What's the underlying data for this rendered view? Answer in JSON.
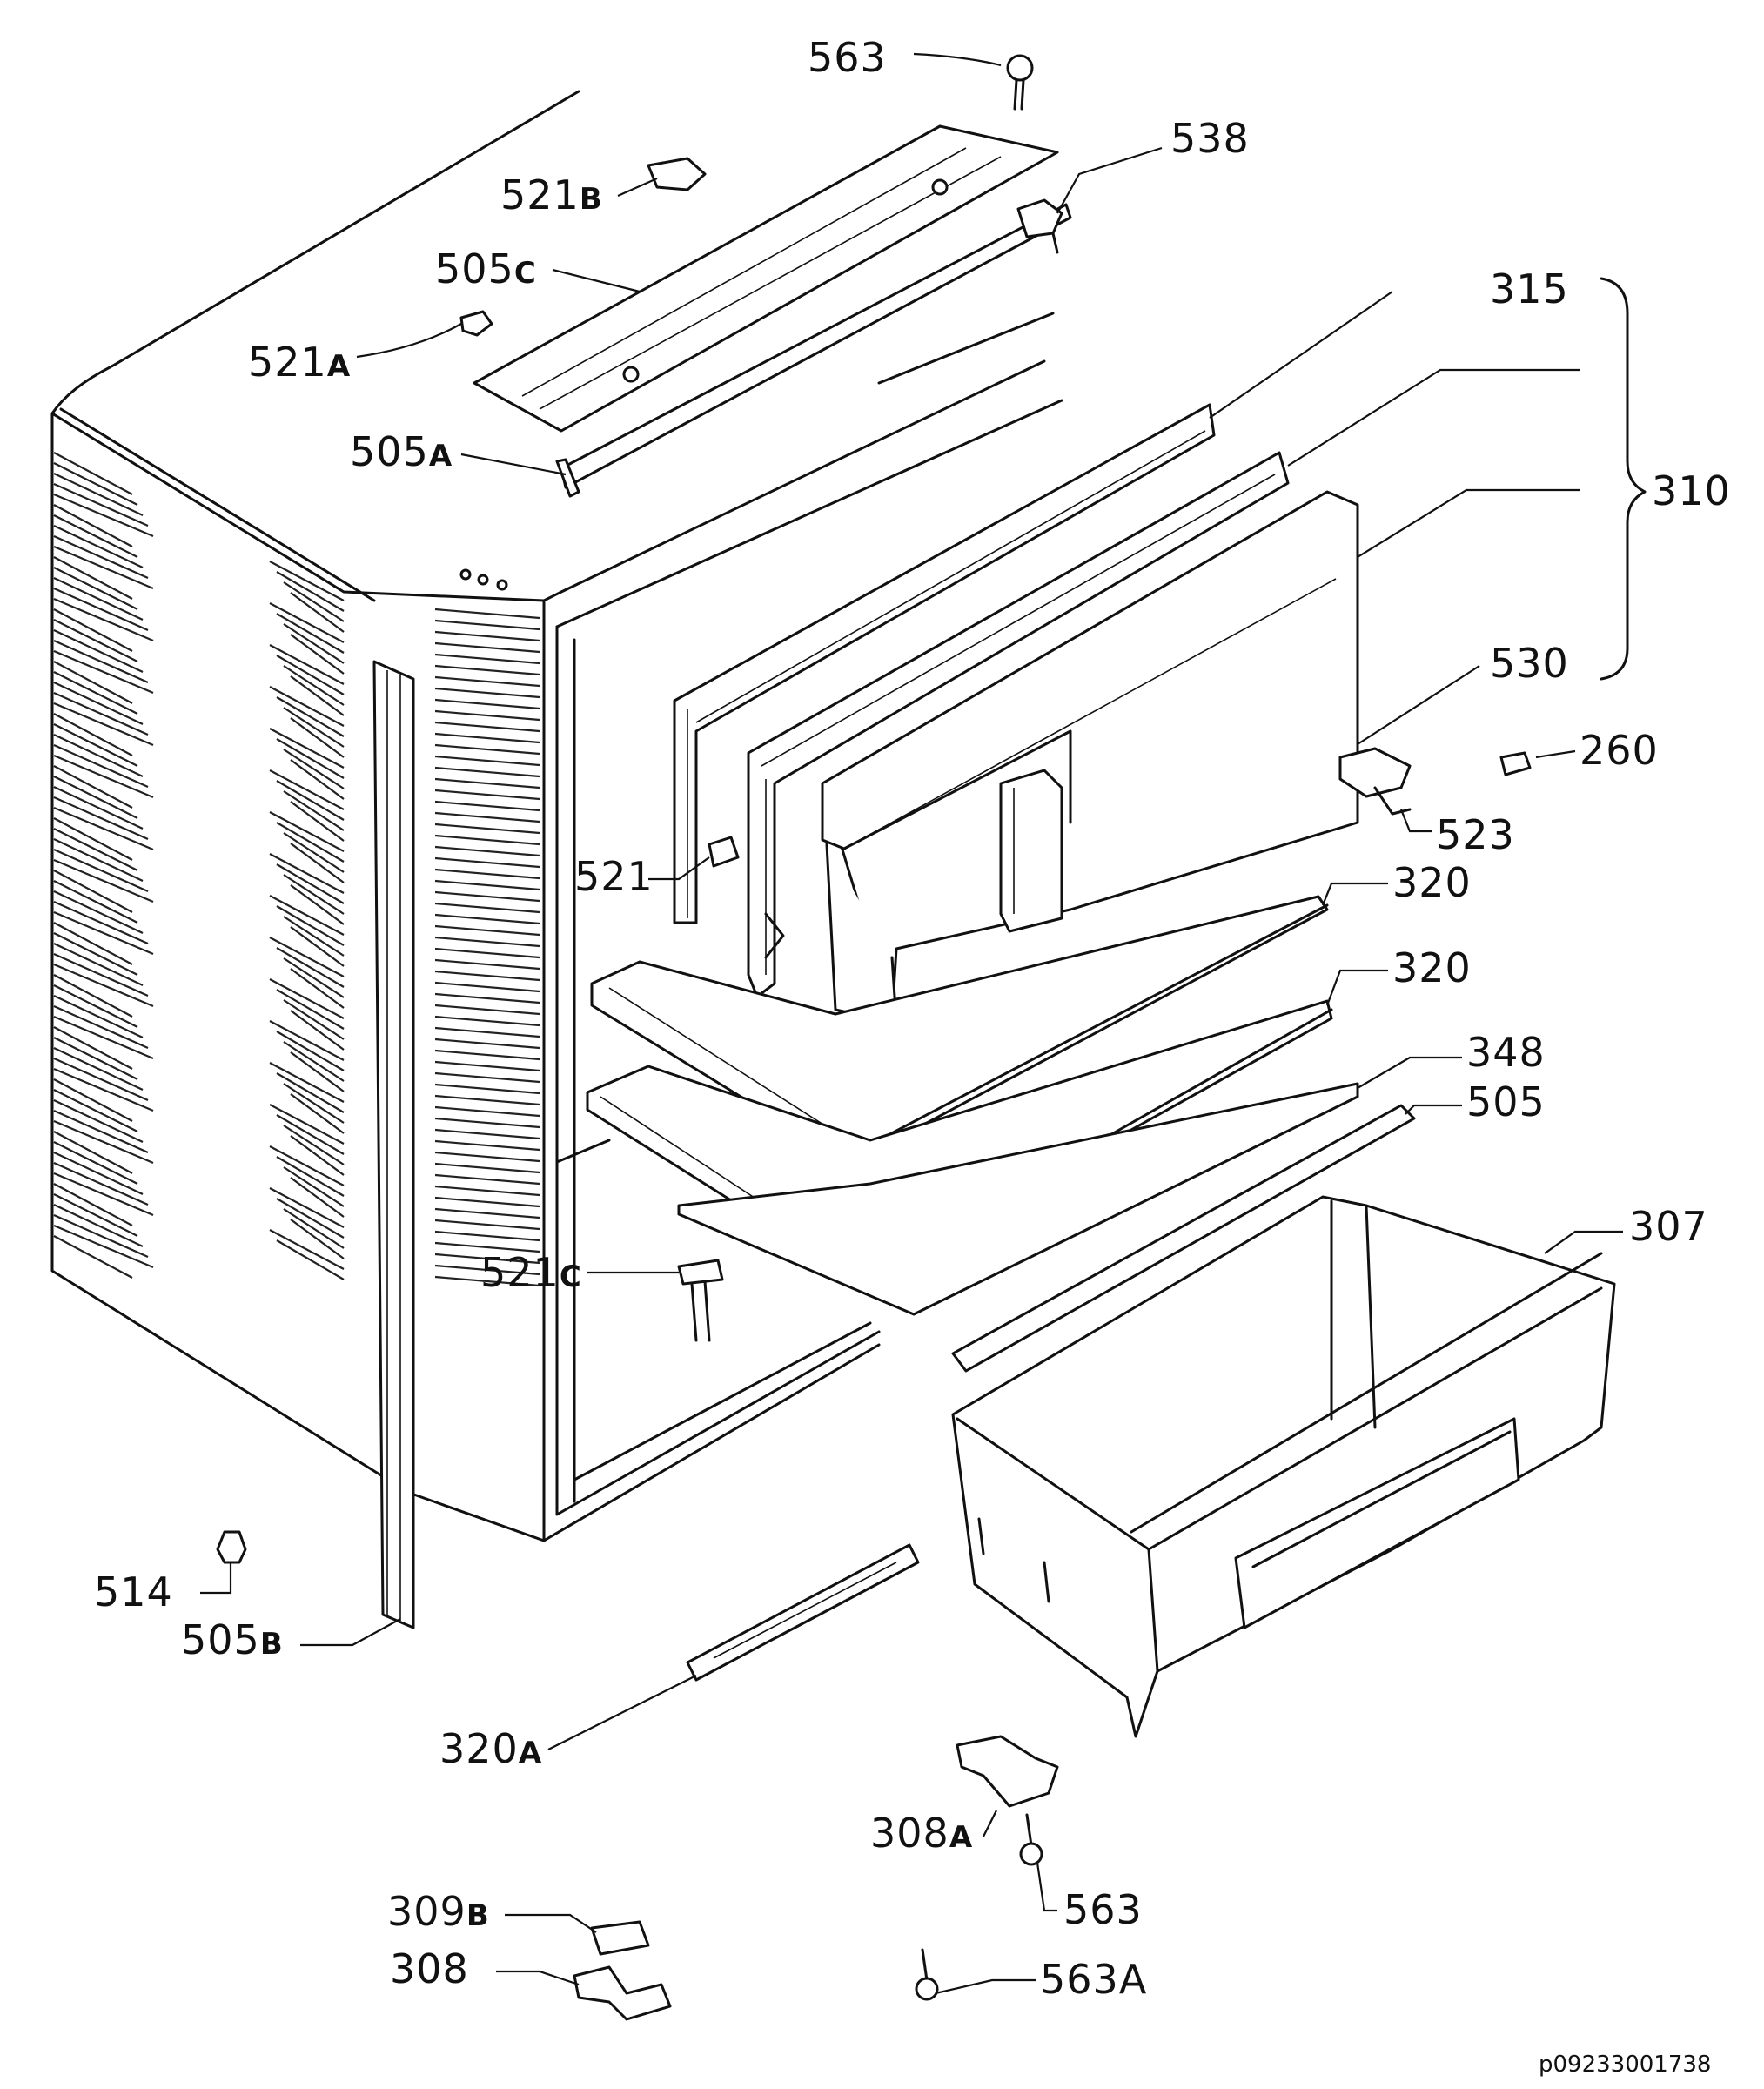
{
  "diagram": {
    "reference_code": "p09233001738",
    "callouts": [
      {
        "id": "563-top",
        "number": "563",
        "suffix": ""
      },
      {
        "id": "538",
        "number": "538",
        "suffix": ""
      },
      {
        "id": "521b",
        "number": "521",
        "suffix": "B"
      },
      {
        "id": "505c",
        "number": "505",
        "suffix": "C"
      },
      {
        "id": "521a",
        "number": "521",
        "suffix": "A"
      },
      {
        "id": "505a",
        "number": "505",
        "suffix": "A"
      },
      {
        "id": "315",
        "number": "315",
        "suffix": ""
      },
      {
        "id": "310",
        "number": "310",
        "suffix": ""
      },
      {
        "id": "530",
        "number": "530",
        "suffix": ""
      },
      {
        "id": "260",
        "number": "260",
        "suffix": ""
      },
      {
        "id": "523",
        "number": "523",
        "suffix": ""
      },
      {
        "id": "521",
        "number": "521",
        "suffix": ""
      },
      {
        "id": "320-upper",
        "number": "320",
        "suffix": ""
      },
      {
        "id": "320-lower",
        "number": "320",
        "suffix": ""
      },
      {
        "id": "348",
        "number": "348",
        "suffix": ""
      },
      {
        "id": "505",
        "number": "505",
        "suffix": ""
      },
      {
        "id": "307",
        "number": "307",
        "suffix": ""
      },
      {
        "id": "521c",
        "number": "521",
        "suffix": "C"
      },
      {
        "id": "514",
        "number": "514",
        "suffix": ""
      },
      {
        "id": "505b",
        "number": "505",
        "suffix": "B"
      },
      {
        "id": "320a",
        "number": "320",
        "suffix": "A"
      },
      {
        "id": "308a",
        "number": "308",
        "suffix": "A"
      },
      {
        "id": "563-bottom",
        "number": "563",
        "suffix": ""
      },
      {
        "id": "309b",
        "number": "309",
        "suffix": "B"
      },
      {
        "id": "308",
        "number": "308",
        "suffix": ""
      },
      {
        "id": "563a",
        "number": "563",
        "suffix": "A"
      }
    ]
  }
}
